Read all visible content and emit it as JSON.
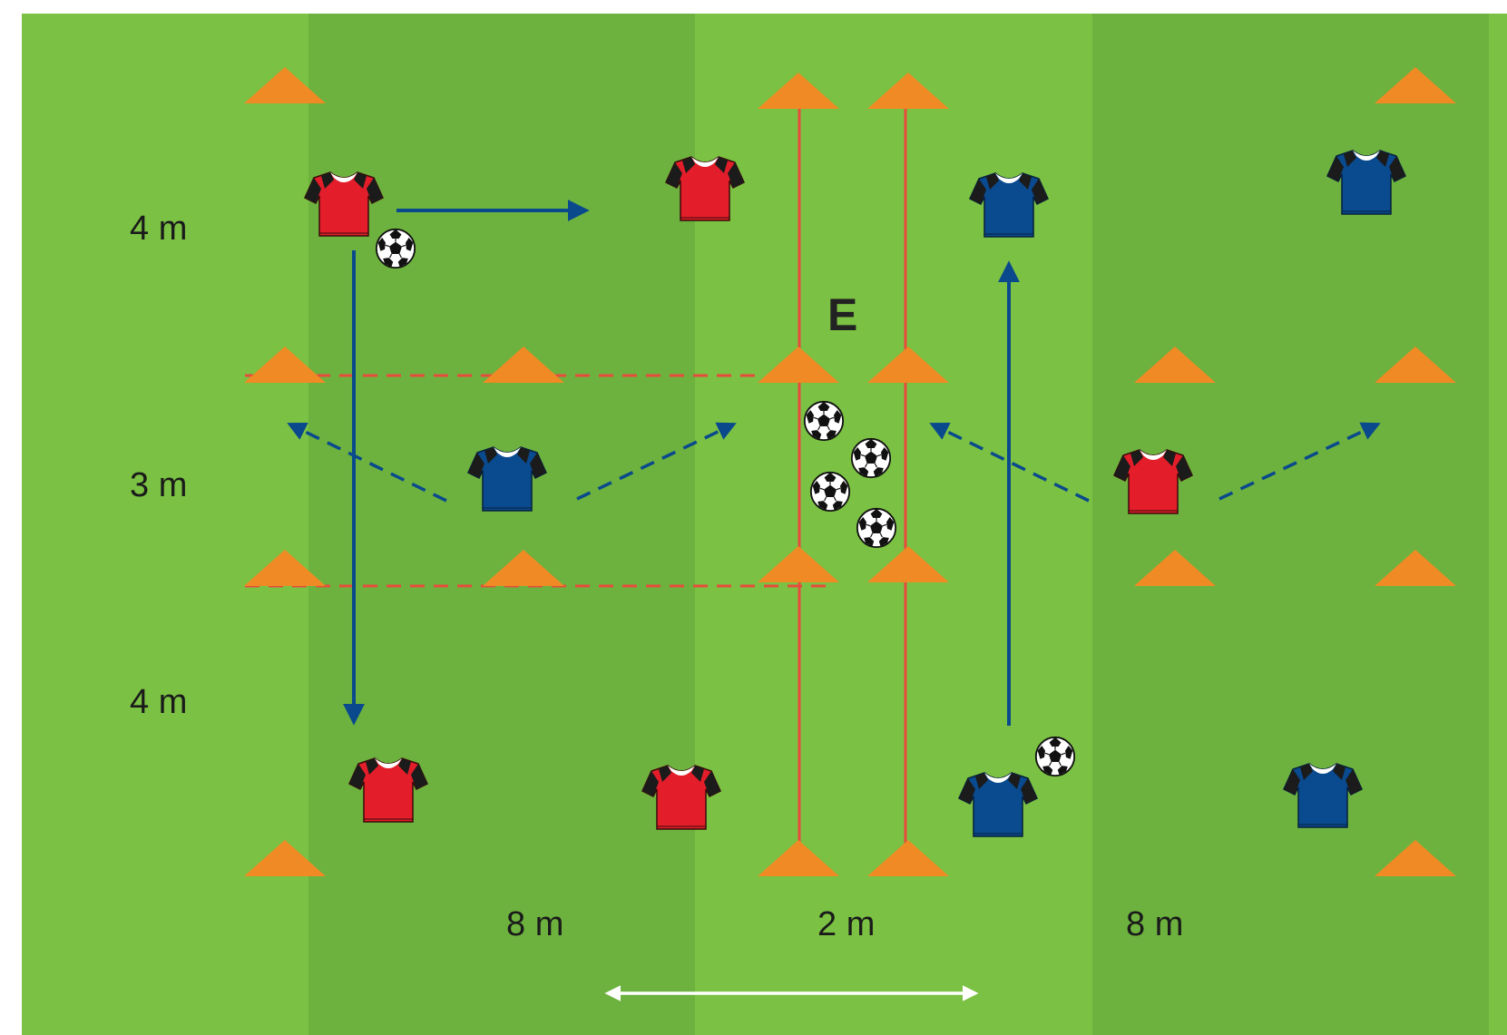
{
  "diagram": {
    "zone_label": "E",
    "row_labels": [
      "4 m",
      "3 m",
      "4 m"
    ],
    "column_labels": [
      "8 m",
      "2 m",
      "8 m"
    ],
    "colors": {
      "grass_light": "#7bc143",
      "grass_dark": "#6db23e",
      "cone": "#f08a24",
      "line_red": "#e84b3c",
      "arrow_blue": "#0a4a8c",
      "double_arrow": "#ffffff",
      "team_red": "#e31e2a",
      "team_blue": "#0a4a8f"
    },
    "teams": [
      "team-red",
      "team-blue"
    ],
    "icons": [
      "cone-icon",
      "jersey-icon",
      "ball-icon"
    ]
  }
}
